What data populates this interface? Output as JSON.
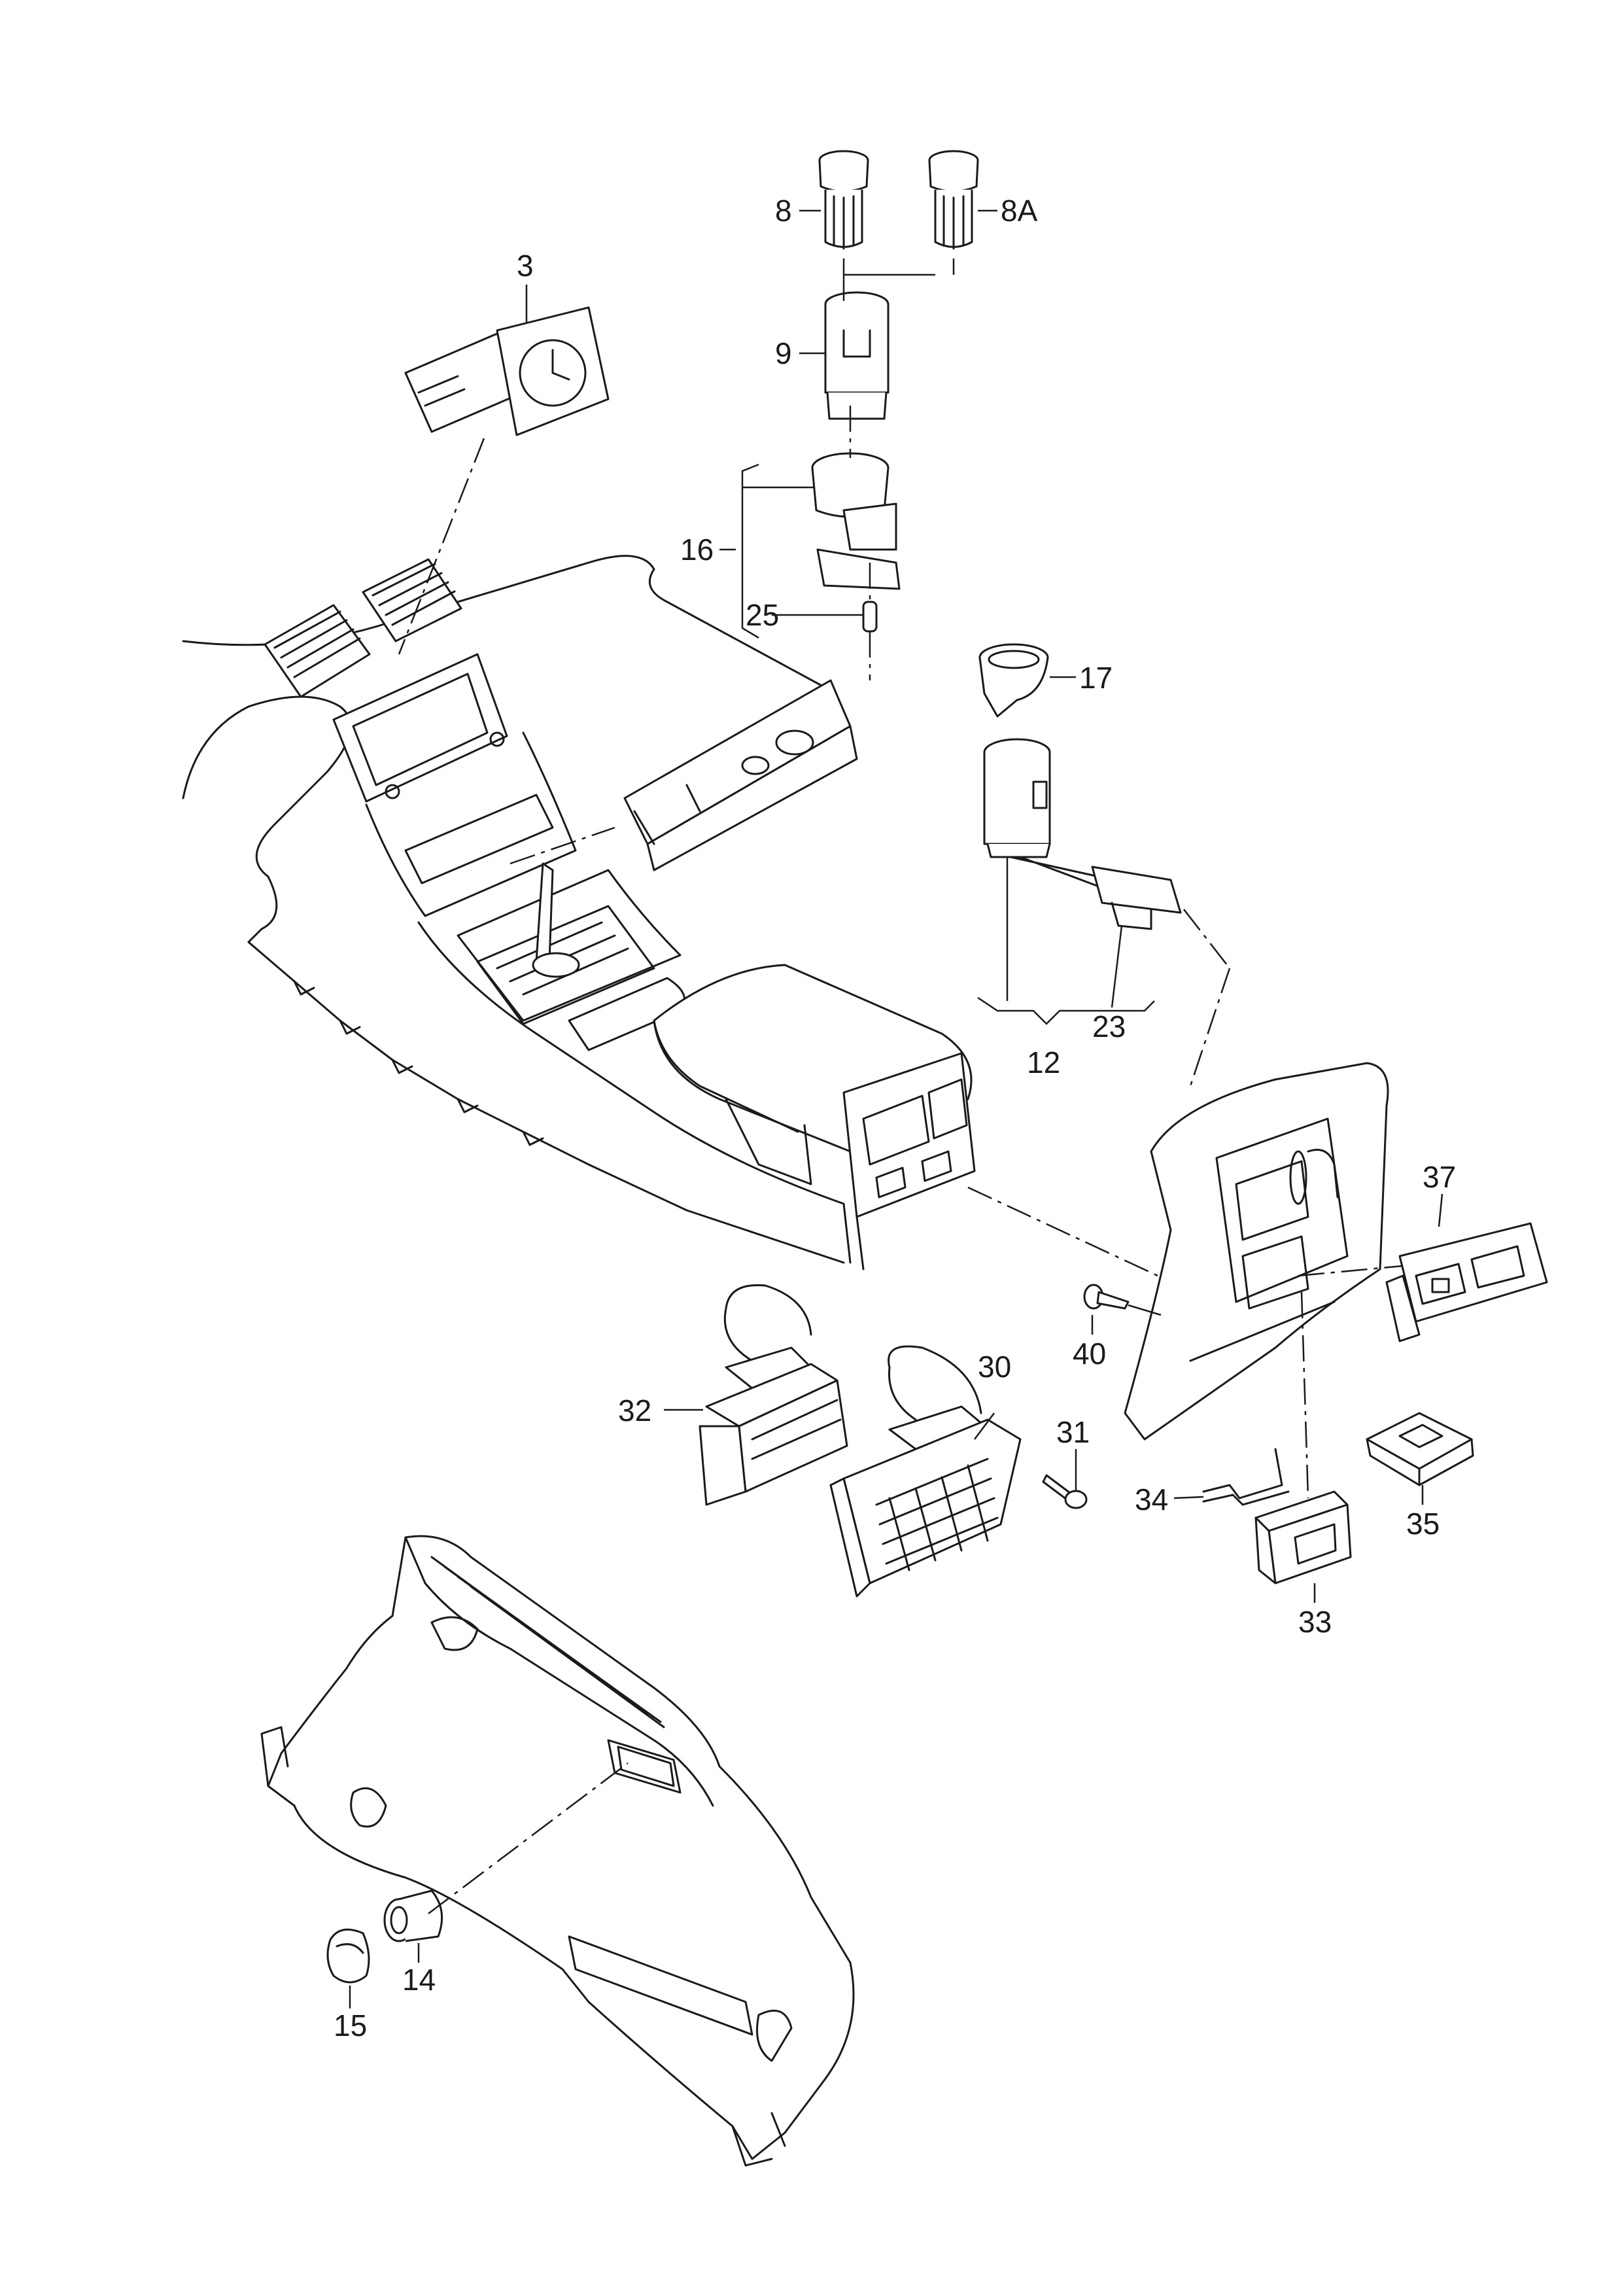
{
  "diagram": {
    "callouts": [
      {
        "id": "3",
        "text": "3"
      },
      {
        "id": "8",
        "text": "8"
      },
      {
        "id": "8A",
        "text": "8A"
      },
      {
        "id": "9",
        "text": "9"
      },
      {
        "id": "16",
        "text": "16"
      },
      {
        "id": "25",
        "text": "25"
      },
      {
        "id": "17",
        "text": "17"
      },
      {
        "id": "23",
        "text": "23"
      },
      {
        "id": "12",
        "text": "12"
      },
      {
        "id": "37",
        "text": "37"
      },
      {
        "id": "40",
        "text": "40"
      },
      {
        "id": "30",
        "text": "30"
      },
      {
        "id": "32",
        "text": "32"
      },
      {
        "id": "31",
        "text": "31"
      },
      {
        "id": "34",
        "text": "34"
      },
      {
        "id": "35",
        "text": "35"
      },
      {
        "id": "33",
        "text": "33"
      },
      {
        "id": "14",
        "text": "14"
      },
      {
        "id": "15",
        "text": "15"
      }
    ]
  }
}
